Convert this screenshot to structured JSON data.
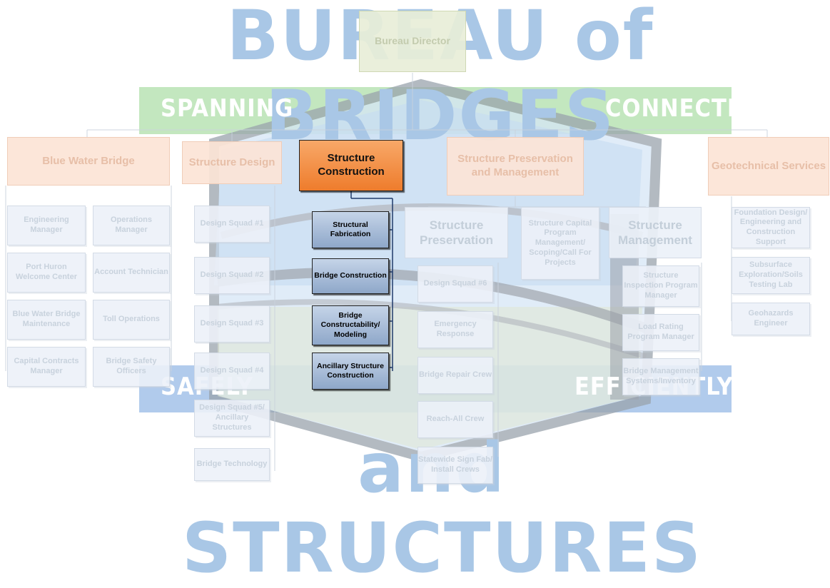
{
  "background": {
    "top_text": "BUREAU of BRIDGES",
    "bottom_text": "and STRUCTURES",
    "band_top_left": "SPANNING",
    "band_top_right": "CONNECTING",
    "band_bottom_left": "SAFELY",
    "band_bottom_right": "EFFICIENTLY"
  },
  "director": "Bureau Director",
  "divisions": {
    "blue_water_bridge": "Blue Water Bridge",
    "structure_design": "Structure Design",
    "structure_construction": "Structure Construction",
    "structure_preservation_management": "Structure Preservation and Management",
    "geotechnical_services": "Geotechnical Services"
  },
  "blue_water_bridge_units": {
    "col1": [
      "Engineering Manager",
      "Port Huron Welcome Center",
      "Blue Water Bridge Maintenance",
      "Capital Contracts Manager"
    ],
    "col2": [
      "Operations Manager",
      "Account Technician",
      "Toll Operations",
      "Bridge Safety Officers"
    ]
  },
  "structure_design_units": [
    "Design Squad #1",
    "Design Squad #2",
    "Design Squad #3",
    "Design Squad #4",
    "Design Squad #5/ Ancillary Structures",
    "Bridge Technology"
  ],
  "structure_construction_units": [
    "Structural Fabrication",
    "Bridge Construction",
    "Bridge Constructability/ Modeling",
    "Ancillary Structure Construction"
  ],
  "structure_preservation": {
    "title": "Structure Preservation",
    "units": [
      "Design Squad #6",
      "Emergency Response",
      "Bridge Repair Crew",
      "Reach-All Crew",
      "Statewide Sign Fab/ Install Crews"
    ]
  },
  "capital_program": "Structure Capital Program Management/ Scoping/Call For Projects",
  "structure_management": {
    "title": "Structure Management",
    "units": [
      "Structure Inspection Program Manager",
      "Load Rating Program Manager",
      "Bridge Management Systems/Inventory"
    ]
  },
  "geotechnical_units": [
    "Foundation Design/ Engineering and Construction Support",
    "Subsurface Exploration/Soils Testing Lab",
    "Geohazards Engineer"
  ],
  "colors": {
    "highlight_division": "#f28a3c",
    "highlight_units": "#9fb5d4",
    "band_green": "#8fd08f",
    "band_blue": "#8fb4e0",
    "watermark_text": "#a9c7e6"
  }
}
